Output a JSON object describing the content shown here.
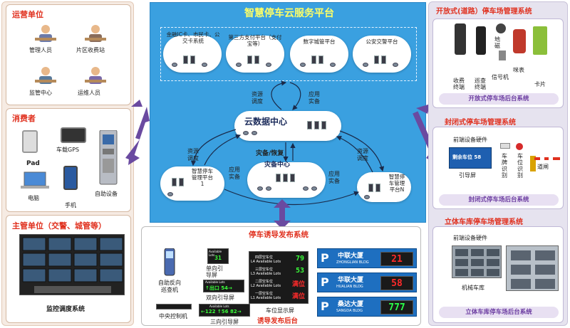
{
  "center": {
    "title": "智慧停车云服务平台",
    "top_clouds": [
      {
        "label": "金融IC卡、市民卡、公交卡系统"
      },
      {
        "label": "第三方支付平台（支付宝等）"
      },
      {
        "label": "数字城管平台"
      },
      {
        "label": "公安交警平台"
      }
    ],
    "cloud_center": "云数据中心",
    "cloud_backup": "灾备中心",
    "cloud_left": "智慧停车管理平台1",
    "cloud_right": "智慧停车管理平台N",
    "arrow_labels": {
      "res_dispatch_top": "资源调度",
      "app_deploy_top": "应用实备",
      "res_dispatch_left": "资源调度",
      "app_deploy_left": "应用实备",
      "disaster": "灾备/恢复",
      "app_deploy_right": "应用实备",
      "res_dispatch_right": "资源调度"
    }
  },
  "left": {
    "operator": {
      "title": "运营单位",
      "items": [
        "管理人员",
        "片区收费站",
        "监管中心",
        "运维人员"
      ]
    },
    "consumer": {
      "title": "消费者",
      "items": [
        "车载GPS",
        "Pad",
        "电脑",
        "手机",
        "自助设备"
      ]
    },
    "authority": {
      "title": "主管单位（交警、城管等）",
      "caption": "监控调度系统"
    }
  },
  "right": {
    "open": {
      "title": "开放式(道路）停车场管理系统",
      "items": [
        "收费终端",
        "巡查终端",
        "地磁",
        "信号机",
        "咪表",
        "卡片"
      ],
      "button": "开放式停车场后台系统"
    },
    "closed": {
      "title": "封闭式停车场管理系统",
      "sub": "前端设备硬件",
      "screen_text": "剩余车位 58",
      "items": [
        "引导屏",
        "车牌识别",
        "车位识别",
        "道闸"
      ],
      "button": "封闭式停车场后台系统"
    },
    "garage": {
      "title": "立体车库停车场管理系统",
      "sub": "前端设备硬件",
      "items": [
        "机械车库"
      ],
      "button": "立体车库停车场后台系统"
    }
  },
  "guide": {
    "title": "停车诱导发布系统",
    "kiosk": "自助反向巡查机",
    "controller": "中央控制机",
    "single_screen": {
      "top": "Available Lots",
      "value": "31",
      "caption": "单向引导屏"
    },
    "double_screen": {
      "top": "Available Lots",
      "text": "↑出口 54→",
      "caption": "双向引导屏"
    },
    "triple_screen": {
      "top": "Available Lots",
      "text": "←122  ↑56  82→",
      "caption": "三向引导屏"
    },
    "lot_display": {
      "rows": [
        {
          "label": "四层空车位",
          "sub": "L4 Available Lots",
          "value": "79"
        },
        {
          "label": "三层空车位",
          "sub": "L3 Available Lots",
          "value": "53"
        },
        {
          "label": "二层空车位",
          "sub": "L2 Available Lots",
          "value": "满位"
        },
        {
          "label": "一层空车位",
          "sub": "L1 Available Lots",
          "value": "满位"
        }
      ],
      "caption": "车位显示屏"
    },
    "backend": "诱导发布后台",
    "signs": [
      {
        "name": "中联大厦",
        "en": "ZHONGLIAN BLDG",
        "value": "21",
        "color": "#ff2a2a"
      },
      {
        "name": "华联大厦",
        "en": "HUALIAN BLDG",
        "value": "58",
        "color": "#ff2a2a"
      },
      {
        "name": "桑达大厦",
        "en": "SANGDA BLDG",
        "value": "777",
        "color": "#2aff4a"
      }
    ]
  }
}
